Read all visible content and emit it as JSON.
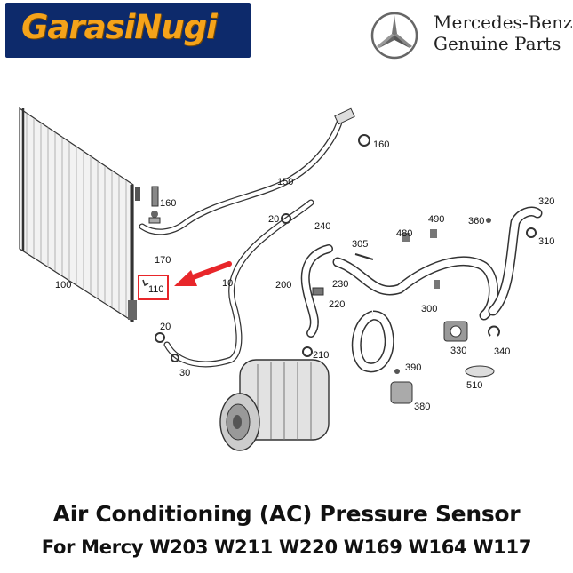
{
  "header": {
    "shop_logo": "GarasiNugi",
    "brand_line1": "Mercedes-Benz",
    "brand_line2": "Genuine Parts",
    "brand_icon": "mercedes-star-icon"
  },
  "diagram": {
    "part_labels": {
      "p100": "100",
      "p160a": "160",
      "p160b": "160",
      "p170": "170",
      "p110": "110",
      "p10": "10",
      "p20a": "20",
      "p20b": "20",
      "p30": "30",
      "p150": "150",
      "p240": "240",
      "p200": "200",
      "p210": "210",
      "p230": "230",
      "p220": "220",
      "p305": "305",
      "p480": "480",
      "p490": "490",
      "p300": "300",
      "p360": "360",
      "p320": "320",
      "p310": "310",
      "p330": "330",
      "p340": "340",
      "p390": "390",
      "p510": "510",
      "p380": "380"
    },
    "highlight_color": "#e8262a"
  },
  "footer": {
    "title": "Air Conditioning (AC) Pressure Sensor",
    "subtitle": "For Mercy W203 W211 W220 W169 W164 W117"
  }
}
